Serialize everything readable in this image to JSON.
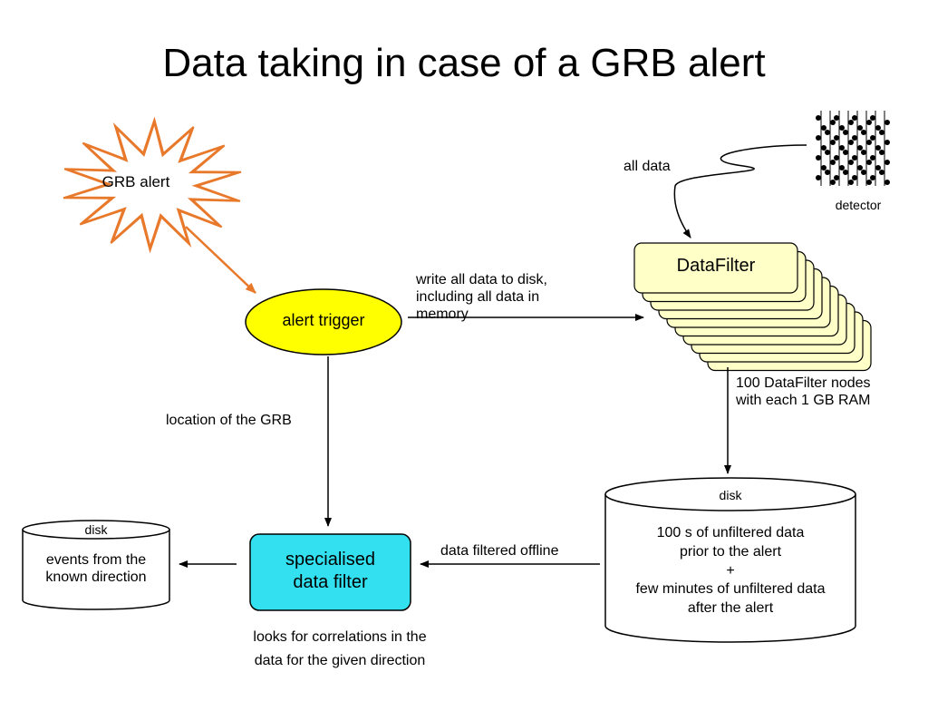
{
  "slide": {
    "title": "Data taking in case of a GRB alert"
  },
  "nodes": {
    "grb_alert": "GRB alert",
    "alert_trigger": "alert trigger",
    "datafilter": "DataFilter",
    "detector": "detector",
    "specialised_filter": "specialised\ndata filter",
    "disk_large_header": "disk",
    "disk_large_content": "100 s of unfiltered data\nprior to the alert\n+\nfew minutes of unfiltered data\nafter the alert",
    "disk_small_header": "disk",
    "disk_small_content": "events from the\nknown direction"
  },
  "labels": {
    "all_data": "all data",
    "write_all": "write all data to disk,\nincluding all data in\nmemory",
    "nodes_info": "100 DataFilter nodes\nwith each 1 GB RAM",
    "location": "location of the GRB",
    "filtered_offline": "data filtered offline",
    "correlations": "looks for correlations in the\ndata for the given direction"
  },
  "colors": {
    "star_outline": "#e8782a",
    "orange_arrow": "#e8782a",
    "trigger_fill": "#ffff00",
    "datafilter_fill": "#ffffc8",
    "specialised_fill": "#33e0f0"
  }
}
